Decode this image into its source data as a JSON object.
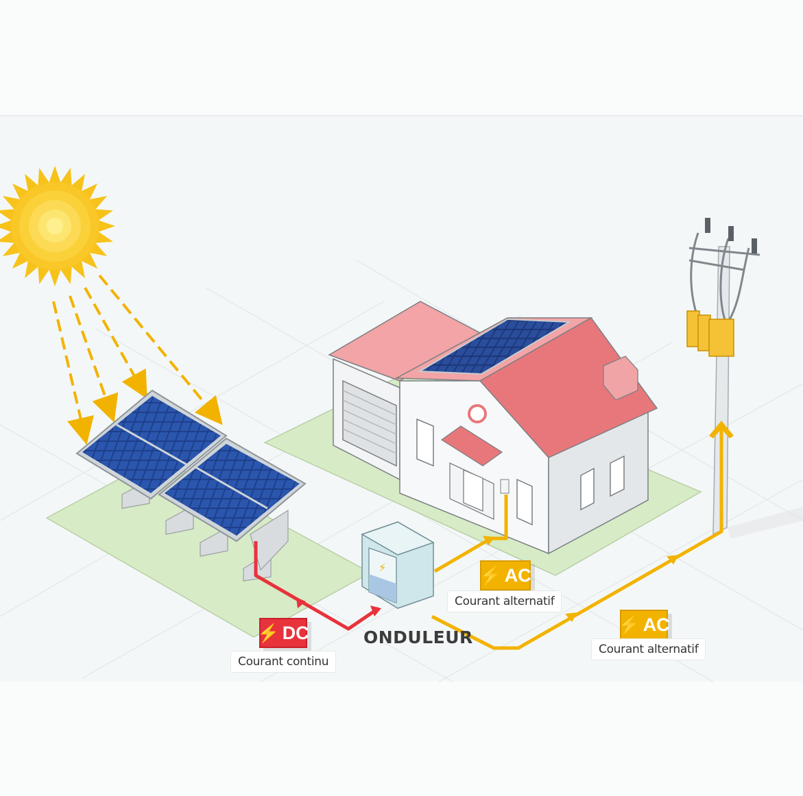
{
  "labels": {
    "inverter": "ONDULEUR",
    "dc_badge": "DC",
    "dc_caption": "Courant continu",
    "ac_badge_house": "AC",
    "ac_caption_house": "Courant alternatif",
    "ac_badge_grid": "AC",
    "ac_caption_grid": "Courant alternatif"
  },
  "icons": {
    "bolt": "⚡"
  },
  "colors": {
    "dc_line": "#e8323c",
    "ac_line": "#f2b300",
    "sun": "#f7c21a",
    "roof": "#e87b7e",
    "panel": "#1d3f8a",
    "ground": "#d7ebc6"
  }
}
